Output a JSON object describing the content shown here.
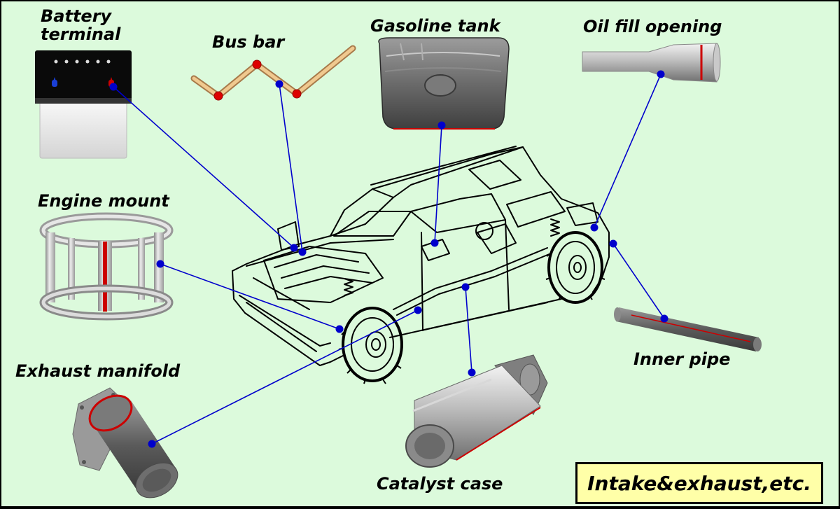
{
  "labels": {
    "battery_terminal": "Battery terminal",
    "bus_bar": "Bus bar",
    "gasoline_tank": "Gasoline tank",
    "oil_fill_opening": "Oil fill opening",
    "engine_mount": "Engine mount",
    "exhaust_manifold": "Exhaust manifold",
    "inner_pipe": "Inner pipe",
    "catalyst_case": "Catalyst case"
  },
  "banner": "Intake&exhaust,etc.",
  "colors": {
    "background": "#dcfadc",
    "leader_line": "#0000cc",
    "banner_fill": "#ffffa8",
    "weld_highlight": "#cc0000",
    "part_metal": "#b8b8b8"
  },
  "icons": {
    "battery": "battery-icon",
    "bus_bar": "bus-bar-icon",
    "gasoline_tank": "gasoline-tank-icon",
    "oil_fill_opening": "oil-fill-pipe-icon",
    "engine_mount": "engine-mount-icon",
    "exhaust_manifold": "exhaust-manifold-icon",
    "inner_pipe": "inner-pipe-icon",
    "catalyst_case": "catalyst-case-icon",
    "vehicle": "suv-line-drawing-icon"
  }
}
